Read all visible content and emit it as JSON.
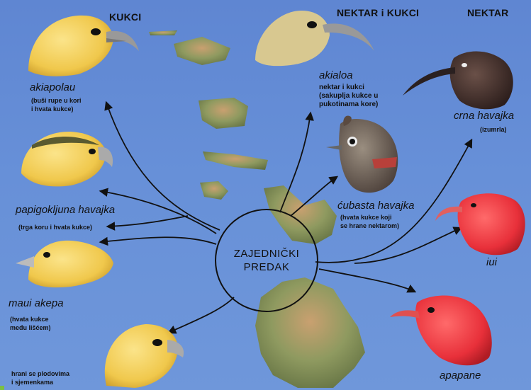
{
  "headers": {
    "insects": "KUKCI",
    "nectar_insects": "NEKTAR i KUKCI",
    "nectar": "NEKTAR"
  },
  "center": {
    "label": "ZAJEDNIČKI\nPREDAK"
  },
  "birds": {
    "akiapolau": {
      "name": "akiapolau",
      "note": "(buši rupe u kori\ni hvata kukce)"
    },
    "papigokljuna": {
      "name": "papigokljuna havajka",
      "note": "(trga koru i hvata kukce)"
    },
    "maui_akepa": {
      "name": "maui akepa",
      "note": "(hvata kukce\nmeđu lišćem)"
    },
    "seed_eater": {
      "name": "",
      "note": "hrani se plodovima\ni sjemenkama"
    },
    "akialoa": {
      "name": "akialoa",
      "note": "nektar i kukci\n(sakuplja kukce u\npukotinama kore)"
    },
    "cubasta": {
      "name": "ćubasta havajka",
      "note": "(hvata kukce koji\nse hrane nektarom)"
    },
    "crna": {
      "name": "crna havajka",
      "note": "(izumrla)"
    },
    "iiwi": {
      "name": "iui",
      "note": ""
    },
    "apapane": {
      "name": "apapane",
      "note": ""
    }
  },
  "colors": {
    "background": "#6790d8",
    "yellow_bird": "#f2d060",
    "red_bird": "#e8303a",
    "dark_bird": "#3a2a28",
    "island": "#8f9a60"
  }
}
